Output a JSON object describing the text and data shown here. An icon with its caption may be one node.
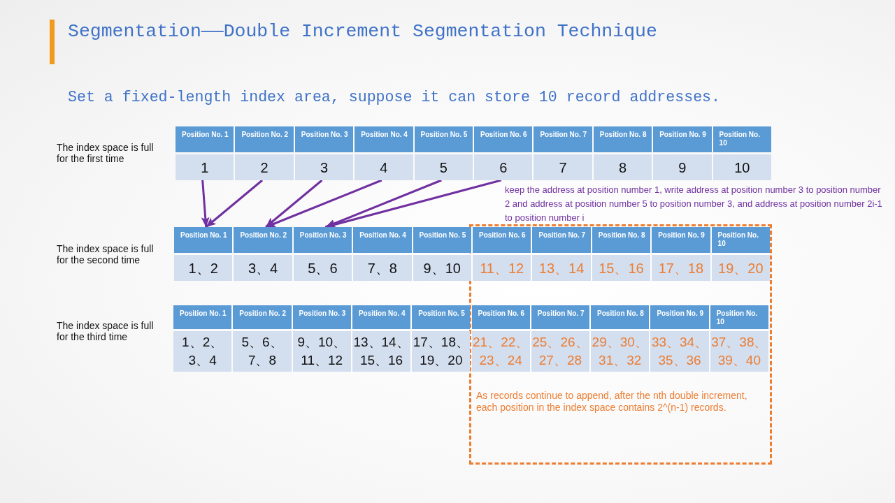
{
  "diagram": {
    "title": "Segmentation——Double Increment Segmentation Technique",
    "nodes": [
      {
        "text": [
          "Position No. 1"
        ]
      },
      {
        "text": [
          "Position No. 2"
        ]
      },
      {
        "text": [
          "Position No. 3"
        ]
      },
      {
        "text": [
          "Position No. 4"
        ]
      },
      {
        "text": [
          "Position No. 5"
        ]
      },
      {
        "text": [
          "Position No. 6"
        ]
      },
      {
        "text": [
          "Position No. 7"
        ]
      },
      {
        "text": [
          "Position No. 8"
        ]
      },
      {
        "text": [
          "Position No. 9"
        ]
      },
      {
        "text": [
          "Position No. 10"
        ]
      },
      {
        "text": [
          "1"
        ]
      },
      {
        "text": [
          "2"
        ]
      },
      {
        "text": [
          "3"
        ]
      },
      {
        "text": [
          "4"
        ]
      },
      {
        "text": [
          "5"
        ]
      },
      {
        "text": [
          "6"
        ]
      },
      {
        "text": [
          "7"
        ]
      },
      {
        "text": [
          "8"
        ]
      },
      {
        "text": [
          "9"
        ]
      },
      {
        "text": [
          "10"
        ]
      },
      {
        "text": [
          "As records continue to append, after the nth double increment, each position in the index space contains 2^(n-1) records."
        ]
      },
      {
        "text": [
          "Position No. 1"
        ]
      },
      {
        "text": [
          "Position No. 2"
        ]
      },
      {
        "text": [
          "Position No. 3"
        ]
      },
      {
        "text": [
          "Position No. 4"
        ]
      },
      {
        "text": [
          "Position No. 5"
        ]
      },
      {
        "text": [
          "Position No. 6"
        ],
        "in": 20
      },
      {
        "text": [
          "Position No. 7"
        ],
        "in": 20
      },
      {
        "text": [
          "Position No. 8"
        ],
        "in": 20
      },
      {
        "text": [
          "Position No. 9"
        ],
        "in": 20
      },
      {
        "text": [
          "Position No. 10"
        ],
        "in": 20
      },
      {
        "text": [
          "1、2"
        ]
      },
      {
        "text": [
          "3、4"
        ]
      },
      {
        "text": [
          "5、6"
        ]
      },
      {
        "text": [
          "7、8"
        ]
      },
      {
        "text": [
          "9、10"
        ]
      },
      {
        "text": [
          "11、12"
        ],
        "in": 20
      },
      {
        "text": [
          "13、14"
        ],
        "in": 20
      },
      {
        "text": [
          "15、16"
        ],
        "in": 20
      },
      {
        "text": [
          "17、18"
        ],
        "in": 20
      },
      {
        "text": [
          "19、20"
        ],
        "in": 20
      },
      {
        "text": [
          "Position No. 1"
        ]
      },
      {
        "text": [
          "Position No. 2"
        ]
      },
      {
        "text": [
          "Position No. 3"
        ]
      },
      {
        "text": [
          "Position No. 4"
        ]
      },
      {
        "text": [
          "Position No. 5"
        ]
      },
      {
        "text": [
          "Position No. 6"
        ],
        "in": 20
      },
      {
        "text": [
          "Position No. 7"
        ],
        "in": 20
      },
      {
        "text": [
          "Position No. 8"
        ],
        "in": 20
      },
      {
        "text": [
          "Position No. 9"
        ],
        "in": 20
      },
      {
        "text": [
          "Position No. 10"
        ],
        "in": 20
      },
      {
        "text": [
          "1、2、3、4"
        ]
      },
      {
        "text": [
          "5、6、7、8"
        ]
      },
      {
        "text": [
          "9、10、11、12"
        ]
      },
      {
        "text": [
          "13、14、15、16"
        ]
      },
      {
        "text": [
          "17、18、19、20"
        ]
      },
      {
        "text": [
          "21、22、23、24"
        ],
        "in": 20
      },
      {
        "text": [
          "25、26、27、28"
        ],
        "in": 20
      },
      {
        "text": [
          "29、30、31、32"
        ],
        "in": 20
      },
      {
        "text": [
          "33、34、35、36"
        ],
        "in": 20
      },
      {
        "text": [
          "37、38、39、40"
        ],
        "in": 20
      }
    ],
    "edges": [
      {
        "from": 10,
        "to": 21,
        "arrow": "to"
      },
      {
        "from": 11,
        "to": 21,
        "arrow": "to"
      },
      {
        "from": 12,
        "to": 22,
        "arrow": "to"
      },
      {
        "from": 13,
        "to": 22,
        "arrow": "to"
      },
      {
        "from": 14,
        "to": 23,
        "arrow": "to"
      },
      {
        "from": 15,
        "to": 23,
        "arrow": "to"
      }
    ],
    "labels": [
      "Set a fixed-length index area, suppose it can store 10 record addresses.",
      "The index space is full for the first time",
      "keep the address at position number 1, write address at position number 3 to position number 2 and address at position number 5 to position number 3, and address at position number 2i-1 to position number i",
      "The index space is full for the second time",
      "The index space is full for the third time"
    ]
  }
}
